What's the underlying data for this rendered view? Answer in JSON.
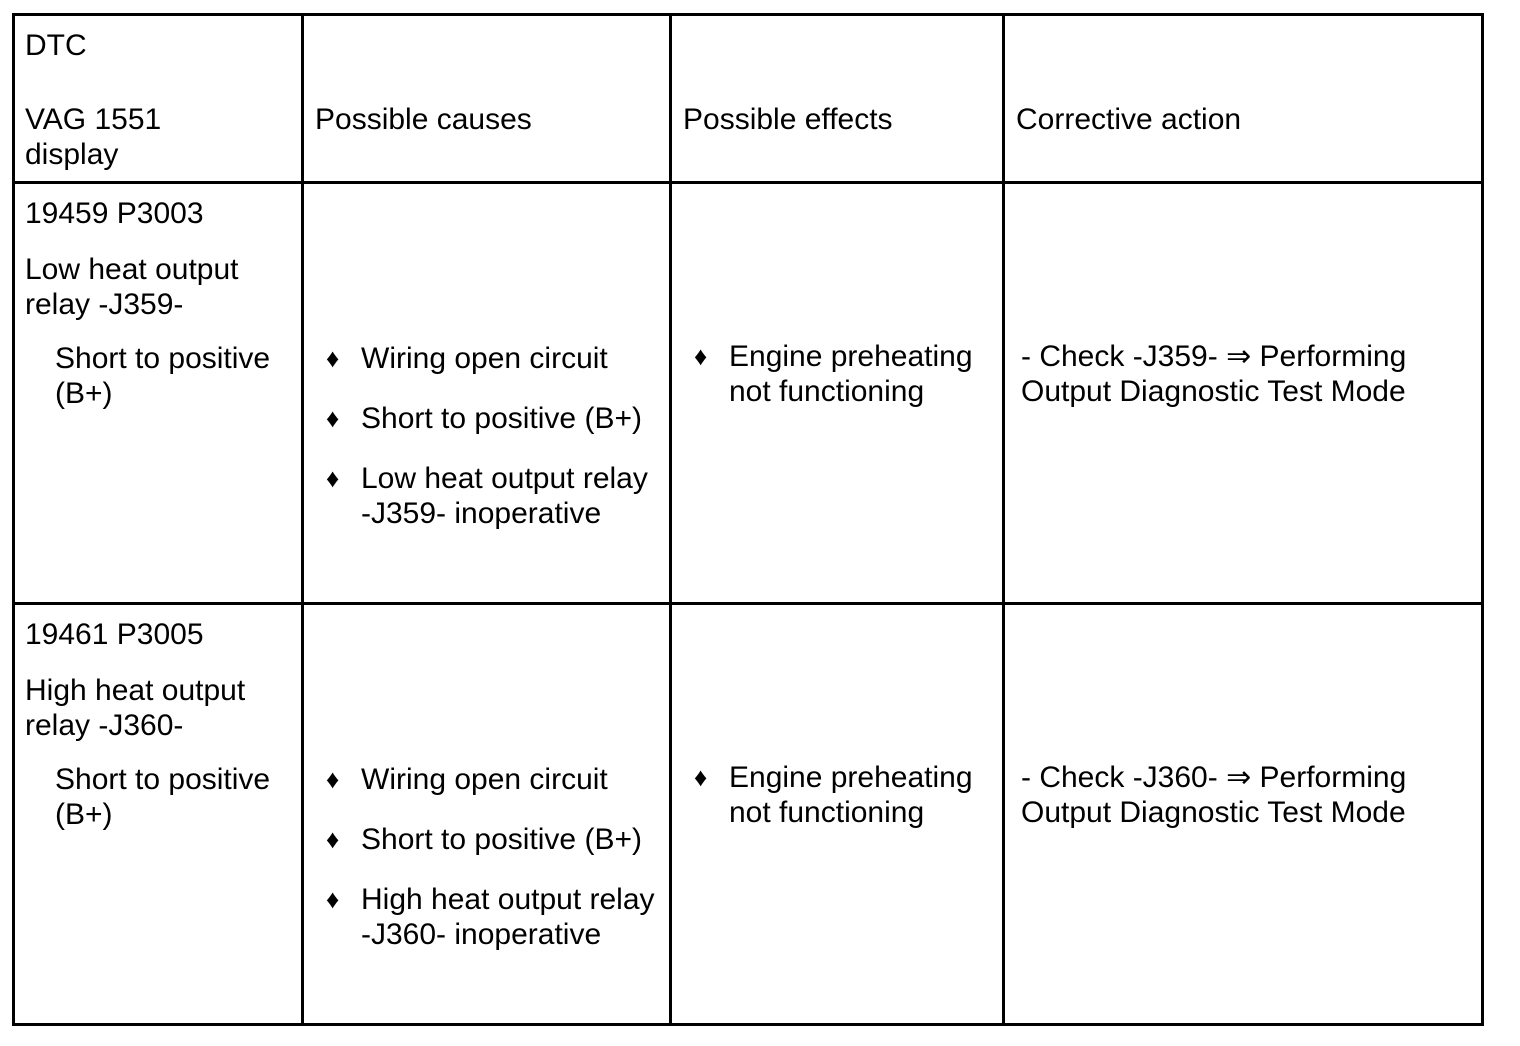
{
  "header": {
    "dtc_label": "DTC",
    "display_label": "VAG 1551\ndisplay",
    "causes_label": "Possible causes",
    "effects_label": "Possible effects",
    "action_label": "Corrective action"
  },
  "rows": [
    {
      "code": "19459 P3003",
      "component": "Low heat output relay -J359-",
      "fault": "Short to positive (B+)",
      "causes": [
        "Wiring open circuit",
        "Short to positive (B+)",
        "Low heat output relay -J359- inoperative"
      ],
      "effect": "Engine preheating not functioning",
      "action": "- Check -J359- ⇒ Performing Output Diagnostic Test Mode"
    },
    {
      "code": "19461 P3005",
      "component": "High heat output relay -J360-",
      "fault": "Short to positive (B+)",
      "causes": [
        "Wiring open circuit",
        "Short to positive (B+)",
        "High heat output relay -J360- inoperative"
      ],
      "effect": "Engine preheating not functioning",
      "action": "- Check -J360- ⇒ Performing Output Diagnostic Test Mode"
    }
  ],
  "bullet_glyph": "♦"
}
